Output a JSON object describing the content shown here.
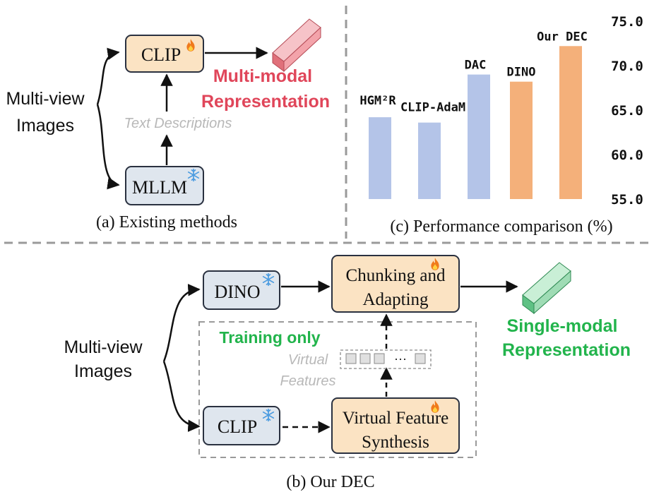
{
  "colors": {
    "trainable_fill": "#fbe3c3",
    "frozen_fill": "#dfe6ee",
    "box_stroke": "#2a3140",
    "multi_modal_text": "#e0465a",
    "single_modal_text": "#22b44c",
    "dashed_gray": "#9a9a9a",
    "bar_blue": "#b4c4e8",
    "bar_orange": "#f4b07a",
    "red_block": "#f3a3aa",
    "green_block": "#9fdcb5",
    "virtual_text": "#b8b8b8"
  },
  "icons": {
    "trainable": "fire-icon",
    "frozen": "snowflake-icon"
  },
  "panel_a": {
    "input_label_line1": "Multi-view",
    "input_label_line2": "Images",
    "clip_label": "CLIP",
    "mllm_label": "MLLM",
    "text_descriptions": "Text Descriptions",
    "output_line1": "Multi-modal",
    "output_line2": "Representation",
    "caption": "(a) Existing methods"
  },
  "panel_c": {
    "caption": "(c) Performance comparison (%)"
  },
  "panel_b": {
    "input_label_line1": "Multi-view",
    "input_label_line2": "Images",
    "dino_label": "DINO",
    "clip_label": "CLIP",
    "chunk_line1": "Chunking and",
    "chunk_line2": "Adapting",
    "vfs_line1": "Virtual Feature",
    "vfs_line2": "Synthesis",
    "training_only": "Training only",
    "virtual_line1": "Virtual",
    "virtual_line2": "Features",
    "dots": "···",
    "output_line1": "Single-modal",
    "output_line2": "Representation",
    "caption": "(b) Our DEC"
  },
  "chart_data": {
    "type": "bar",
    "categories": [
      "HGM²R",
      "CLIP-AdaM",
      "DAC",
      "DINO",
      "Our DEC"
    ],
    "values": [
      64.2,
      63.6,
      69.0,
      68.2,
      72.2
    ],
    "colors": [
      "#b4c4e8",
      "#b4c4e8",
      "#b4c4e8",
      "#f4b07a",
      "#f4b07a"
    ],
    "ylim": [
      55,
      75
    ],
    "yticks": [
      "55.0",
      "60.0",
      "65.0",
      "70.0",
      "75.0"
    ],
    "grid": false,
    "title": "",
    "xlabel": "",
    "ylabel": ""
  }
}
